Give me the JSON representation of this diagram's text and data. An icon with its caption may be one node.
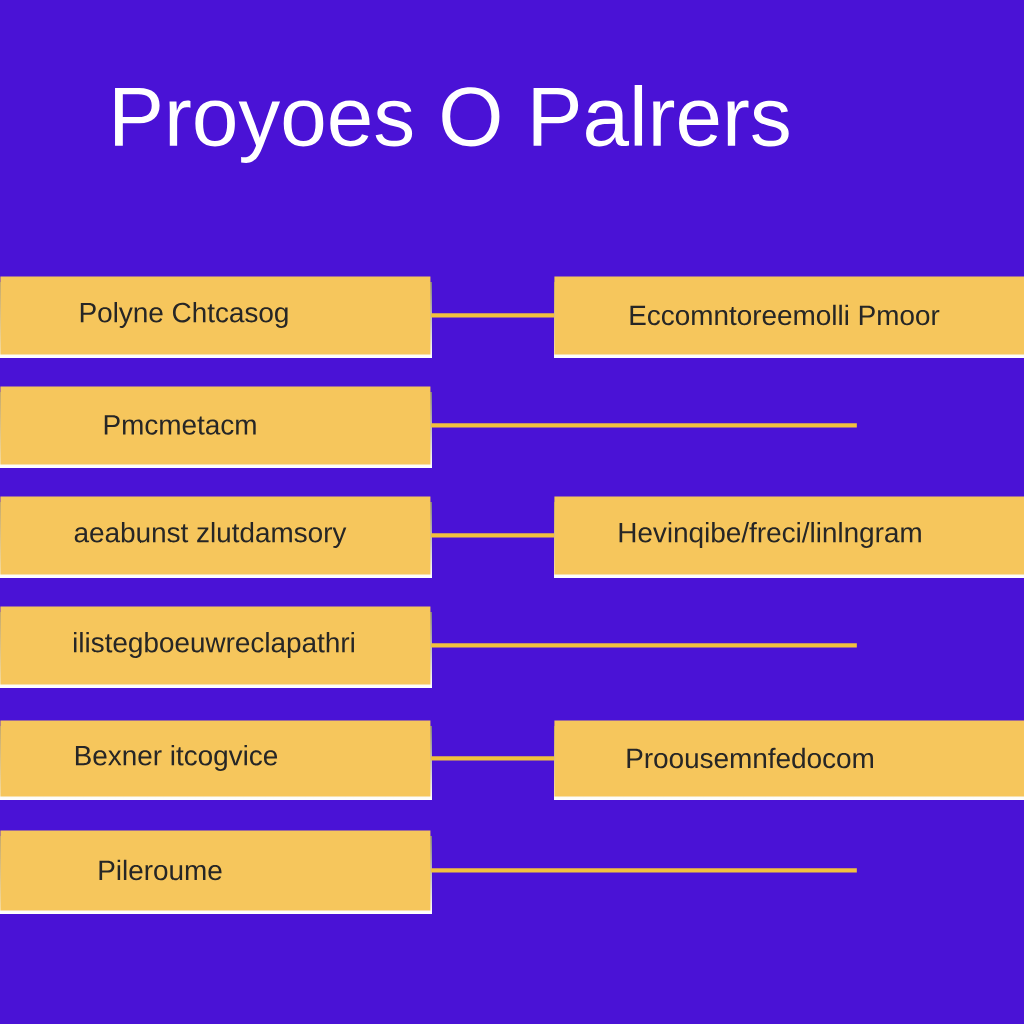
{
  "diagram": {
    "title": "Proyoes O Palrers",
    "nodes": [
      {
        "text": [
          "Polyne Chtcasog"
        ]
      },
      {
        "text": [
          "Pmcmetacm"
        ]
      },
      {
        "text": [
          "aeabunst zlutdamsory"
        ]
      },
      {
        "text": [
          "ilistegboeuwreclapathri"
        ]
      },
      {
        "text": [
          "Bexner itcogvice"
        ]
      },
      {
        "text": [
          "Pileroume"
        ]
      },
      {
        "text": [
          "Eccomntoreemolli Pmoor"
        ]
      },
      {
        "text": [
          "Hevinqibe/freci/linlngram"
        ]
      },
      {
        "text": [
          "Proousemnfedocom"
        ]
      }
    ],
    "edges": [
      {
        "from": 0,
        "to": 6,
        "arrow": "none"
      },
      {
        "from": 1,
        "to": null,
        "arrow": "none"
      },
      {
        "from": 2,
        "to": 7,
        "arrow": "none"
      },
      {
        "from": 3,
        "to": null,
        "arrow": "none"
      },
      {
        "from": 4,
        "to": 8,
        "arrow": "none"
      },
      {
        "from": 5,
        "to": null,
        "arrow": "none"
      }
    ]
  }
}
